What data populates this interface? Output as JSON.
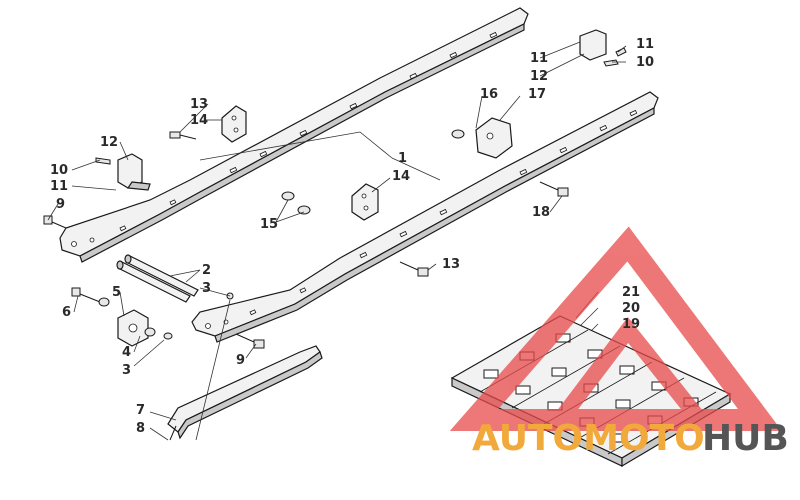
{
  "diagram": {
    "callouts": {
      "c1": "1",
      "c2": "2",
      "c3a": "3",
      "c3b": "3",
      "c4": "4",
      "c5": "5",
      "c6": "6",
      "c7": "7",
      "c8": "8",
      "c9a": "9",
      "c9b": "9",
      "c10a": "10",
      "c10b": "10",
      "c11a": "11",
      "c11b": "11",
      "c11c": "11",
      "c12a": "12",
      "c12b": "12",
      "c13a": "13",
      "c13b": "13",
      "c14a": "14",
      "c14b": "14",
      "c15": "15",
      "c16": "16",
      "c17": "17",
      "c18": "18",
      "c19": "19",
      "c20": "20",
      "c21": "21"
    }
  },
  "watermark": {
    "text_part1": "AUTOMOTO",
    "text_part2": "HUB",
    "color_triangle": "#e84a4a",
    "color_text1": "#f2a93b",
    "color_text2": "#555555"
  }
}
